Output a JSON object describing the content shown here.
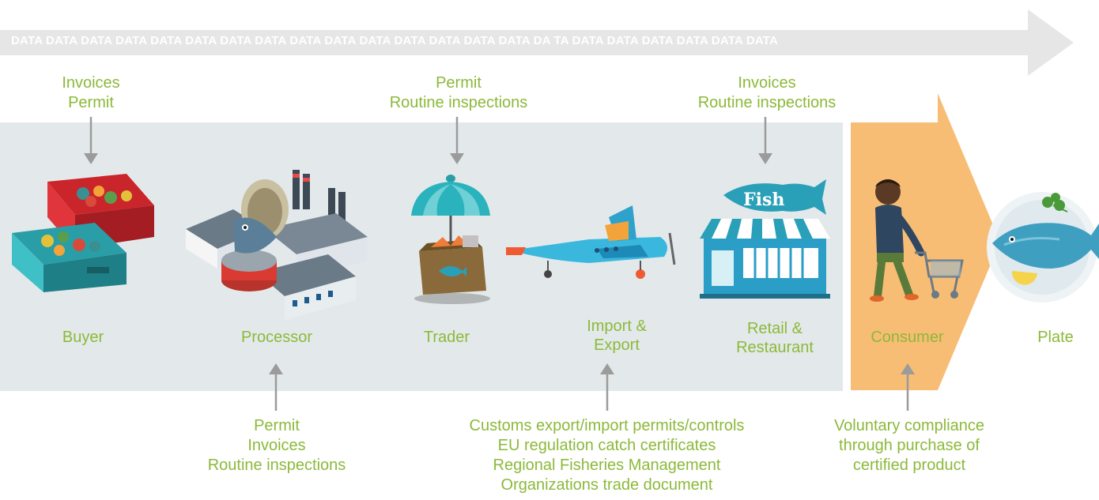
{
  "banner": {
    "text": "DATA  DATA DATA DATA DATA DATA DATA DATA DATA DATA DATA DATA DATA DATA DATA DA  TA DATA DATA DATA DATA DATA DATA",
    "arrow_color": "#e6e6e6"
  },
  "colors": {
    "label_green": "#8cb93a",
    "panel_grey": "#e3e9ea",
    "consumer_orange": "#f7bd75",
    "arrow_grey": "#9b9b9b"
  },
  "stages": {
    "buyer": "Buyer",
    "processor": "Processor",
    "trader": "Trader",
    "import_export": [
      "Import &",
      "Export"
    ],
    "retail": [
      "Retail &",
      "Restaurant"
    ],
    "consumer": "Consumer",
    "plate": "Plate"
  },
  "top_notes": {
    "buyer": [
      "Invoices",
      "Permit"
    ],
    "trader": [
      "Permit",
      "Routine inspections"
    ],
    "retail": [
      "Invoices",
      "Routine inspections"
    ]
  },
  "bottom_notes": {
    "processor": [
      "Permit",
      "Invoices",
      "Routine inspections"
    ],
    "import_export": [
      "Customs export/import permits/controls",
      "EU regulation catch certificates",
      "Regional Fisheries Management",
      "Organizations trade document"
    ],
    "consumer": [
      "Voluntary compliance",
      "through purchase of",
      "certified product"
    ]
  },
  "shop_sign": "Fish"
}
